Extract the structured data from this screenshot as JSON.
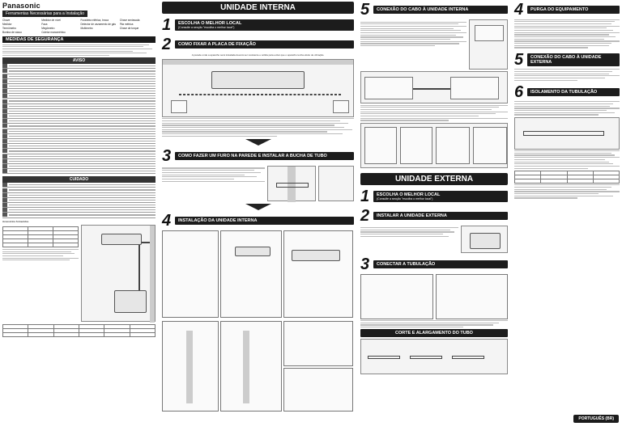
{
  "brand": "Panasonic",
  "tools": {
    "title": "Ferramentas Necessárias para a Instalação",
    "items": [
      "Chave",
      "Medidor de nível",
      "Furadeira elétrica, broca",
      "Chave sextavada",
      "Medidor",
      "Faca",
      "Detector de vazamento de gás",
      "Fita métrica",
      "Termômetro",
      "Megômetro",
      "Multímetro",
      "Chave de torque",
      "Bomba de vácuo",
      "Coletor manométrico"
    ]
  },
  "safety": {
    "title": "MEDIDAS DE SEGURANÇA",
    "aviso": "AVISO",
    "cuidado": "CUIDADO"
  },
  "accessories_title": "Acessórios fornecidos",
  "unidade_interna": {
    "title": "UNIDADE INTERNA",
    "step1": {
      "num": "1",
      "label": "ESCOLHA O MELHOR LOCAL",
      "sub": "(Consulte a secção \"escolha o melhor local\")"
    },
    "step2": {
      "num": "2",
      "label": "COMO FIXAR A PLACA DE FIXAÇÃO",
      "caption": "A parede onde a aparelho será instalada deverá ser resistente e sólida para evitar que o aparelho tenha efeito de vibração."
    },
    "step3": {
      "num": "3",
      "label": "COMO FAZER UM FURO NA PAREDE E INSTALAR A BUCHA DE TUBO"
    },
    "step4": {
      "num": "4",
      "label": "INSTALAÇÃO DA UNIDADE INTERNA"
    }
  },
  "right": {
    "step5_label": "CONEXÃO DO CABO À UNIDADE INTERNA",
    "step4_label": "PURGA DO EQUIPAMENTO",
    "step5b_label": "CONEXÃO DO CABO À UNIDADE EXTERNA",
    "step6_label": "ISOLAMENTO DA TUBULAÇÃO"
  },
  "unidade_externa": {
    "title": "UNIDADE EXTERNA",
    "step1": {
      "num": "1",
      "label": "ESCOLHA O MELHOR LOCAL",
      "sub": "(Consulte a secção \"escolha o melhor local\")"
    },
    "step2": {
      "num": "2",
      "label": "INSTALAR A UNIDADE EXTERNA"
    },
    "step3": {
      "num": "3",
      "label": "CONECTAR A TUBULAÇÃO"
    },
    "corte": "CORTE E ALARGAMENTO DO TUBO"
  },
  "language_badge": "PORTUGUÊS (BR)"
}
